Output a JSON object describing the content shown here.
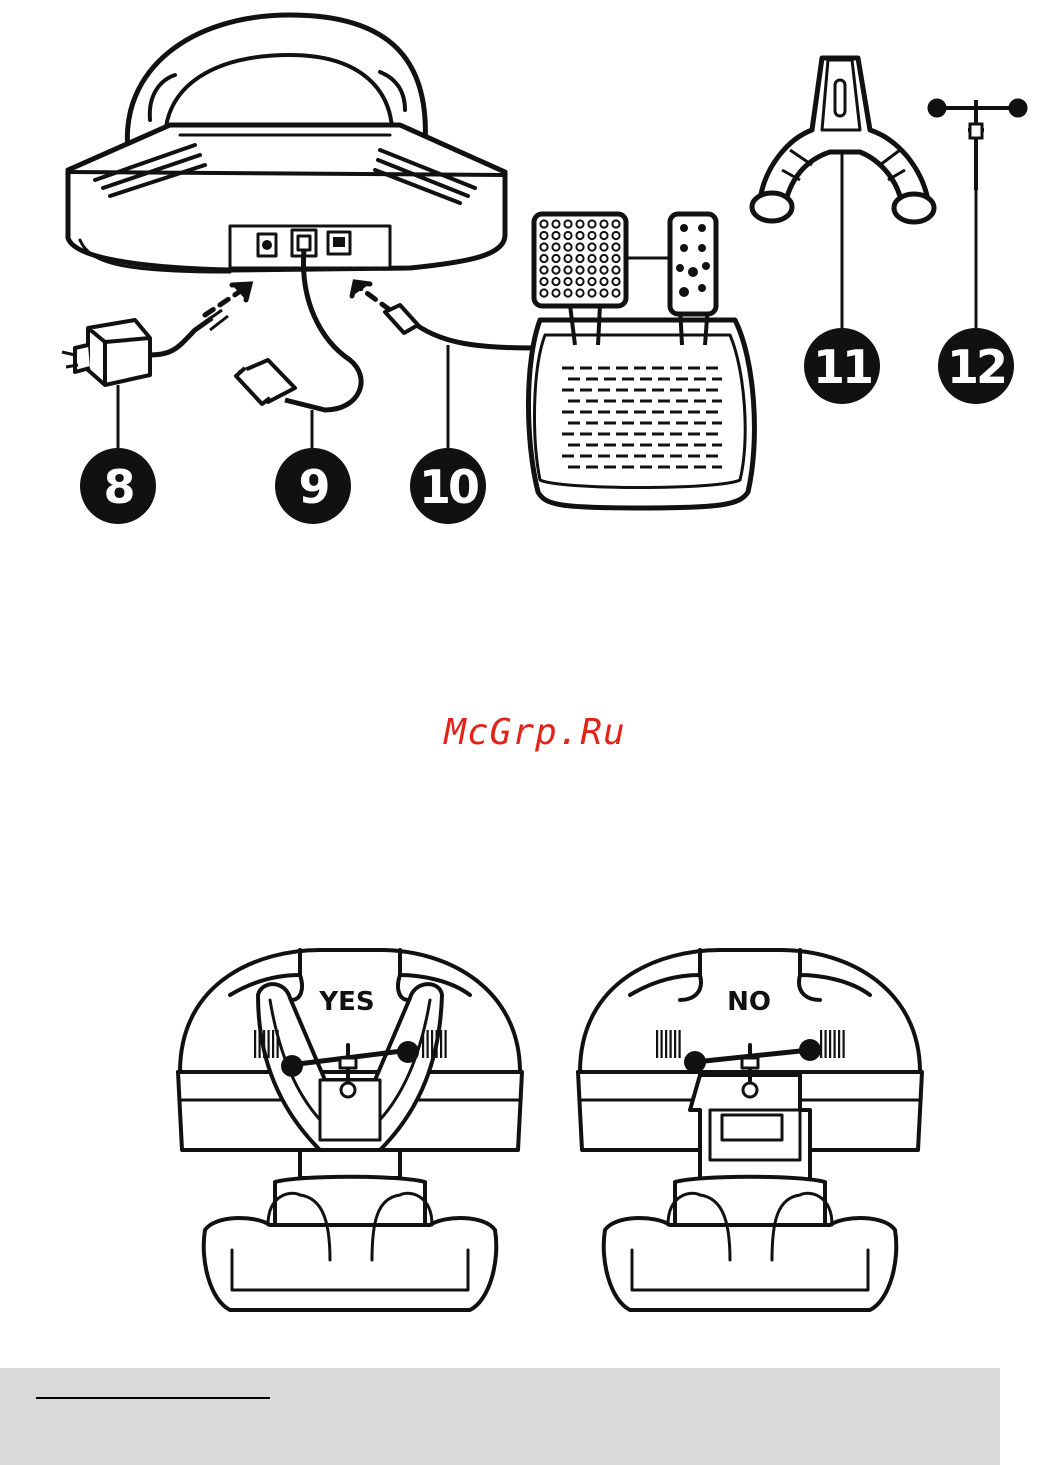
{
  "callouts": {
    "power_adapter": "8",
    "usb_cable": "9",
    "pedal_cable": "10",
    "clamp": "11",
    "screw": "12"
  },
  "insets": {
    "correct_label": "YES",
    "incorrect_label": "NO"
  },
  "watermark": "McGrp.Ru",
  "colors": {
    "line": "#111111",
    "watermark": "#e2231a",
    "footer_band": "#d9d9d9"
  }
}
